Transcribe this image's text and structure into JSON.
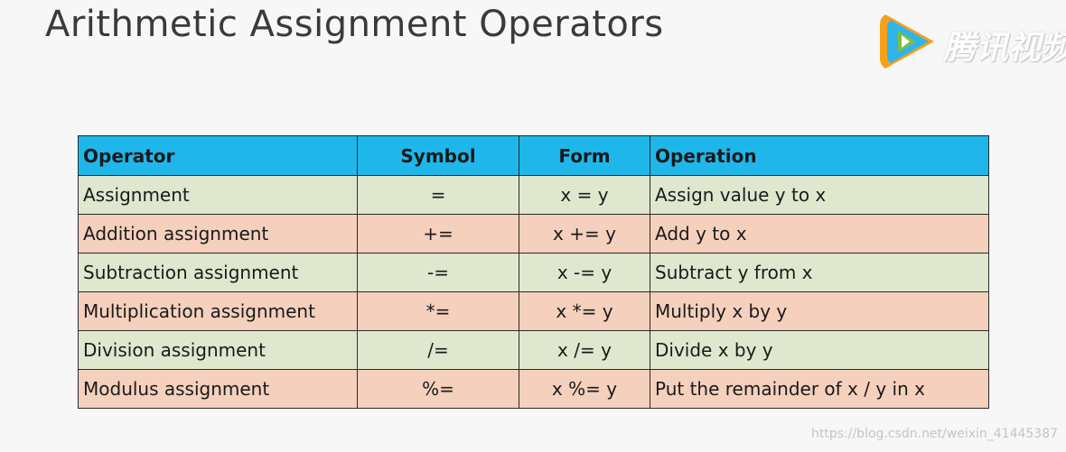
{
  "slide": {
    "title": "Arithmetic Assignment Operators"
  },
  "logo": {
    "text": "腾讯视频",
    "icon": "tencent-video-play-icon",
    "colors": [
      "#f6a11a",
      "#2fb5ec",
      "#7bc043"
    ]
  },
  "table": {
    "headers": [
      "Operator",
      "Symbol",
      "Form",
      "Operation"
    ],
    "header_color": "#1fb7ea",
    "row_colors": [
      "#dfe8cf",
      "#f4d0bd"
    ],
    "rows": [
      {
        "operator": "Assignment",
        "symbol": "=",
        "form": "x = y",
        "operation": "Assign value y to x"
      },
      {
        "operator": "Addition assignment",
        "symbol": "+=",
        "form": "x += y",
        "operation": "Add y to x"
      },
      {
        "operator": "Subtraction assignment",
        "symbol": "-=",
        "form": "x -= y",
        "operation": "Subtract y from x"
      },
      {
        "operator": "Multiplication assignment",
        "symbol": "*=",
        "form": "x *= y",
        "operation": "Multiply x by y"
      },
      {
        "operator": "Division assignment",
        "symbol": "/=",
        "form": "x /= y",
        "operation": "Divide x by y"
      },
      {
        "operator": "Modulus assignment",
        "symbol": "%=",
        "form": "x %= y",
        "operation": "Put the remainder of x / y in x"
      }
    ]
  },
  "watermark": {
    "text": "https://blog.csdn.net/weixin_41445387"
  }
}
